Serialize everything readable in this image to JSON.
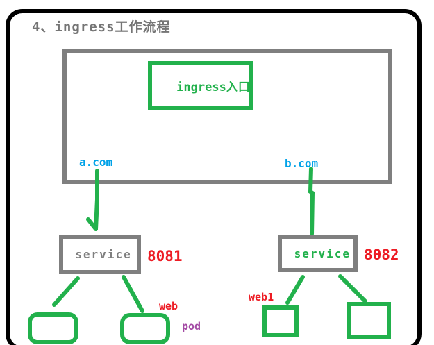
{
  "title": "4、ingress工作流程",
  "colors": {
    "green": "#22b14c",
    "gray": "#7f7f7f",
    "red": "#ed1c24",
    "blue": "#00a2e8",
    "purple": "#a349a4",
    "title_gray": "#757575",
    "background": "#ffffff",
    "frame_black": "#000000"
  },
  "ingress": {
    "entry_label": "ingress入口",
    "hosts": {
      "a": "a.com",
      "b": "b.com"
    }
  },
  "services": {
    "left": {
      "label": "service",
      "port": "8081"
    },
    "right": {
      "label": "service",
      "port": "8082"
    }
  },
  "pod_labels": {
    "web": "web",
    "pod": "pod",
    "web1": "web1"
  }
}
